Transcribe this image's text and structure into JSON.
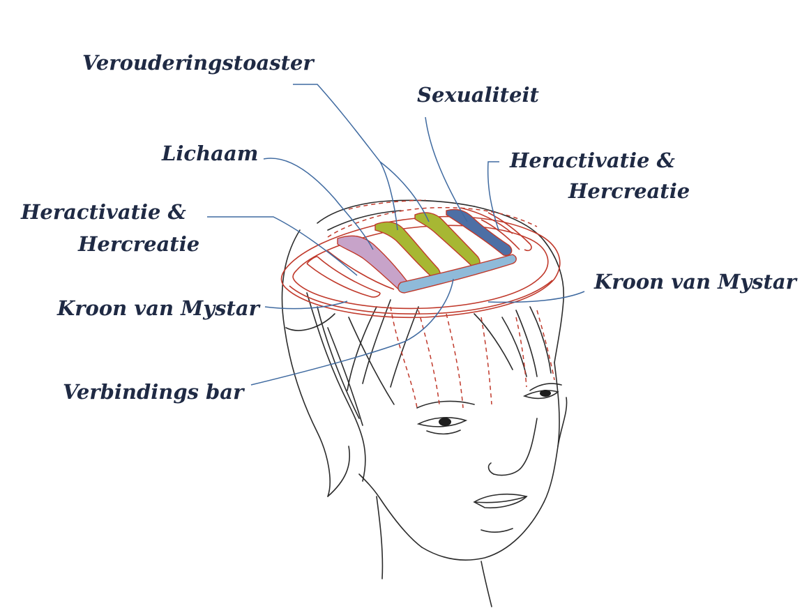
{
  "diagram": {
    "labels": {
      "verouderingstoaster": "Verouderingstoaster",
      "sexualiteit": "Sexualiteit",
      "lichaam": "Lichaam",
      "heractivatie_right_1": "Heractivatie &",
      "heractivatie_right_2": "Hercreatie",
      "heractivatie_left_1": "Heractivatie &",
      "heractivatie_left_2": "Hercreatie",
      "kroon_right": "Kroon van Mystar",
      "kroon_left": "Kroon van Mystar",
      "verbindings_bar": "Verbindings bar"
    }
  },
  "colors": {
    "label_text": "#1f2a44",
    "leader_line": "#3f6aa0",
    "crown_outline": "#c0392b",
    "sketch": "#2b2b2b",
    "band_lichaam": "#c7a3c9",
    "band_toaster": "#a7b733",
    "band_sexualiteit": "#4d6fa5",
    "connection_bar": "#8fbad9"
  }
}
